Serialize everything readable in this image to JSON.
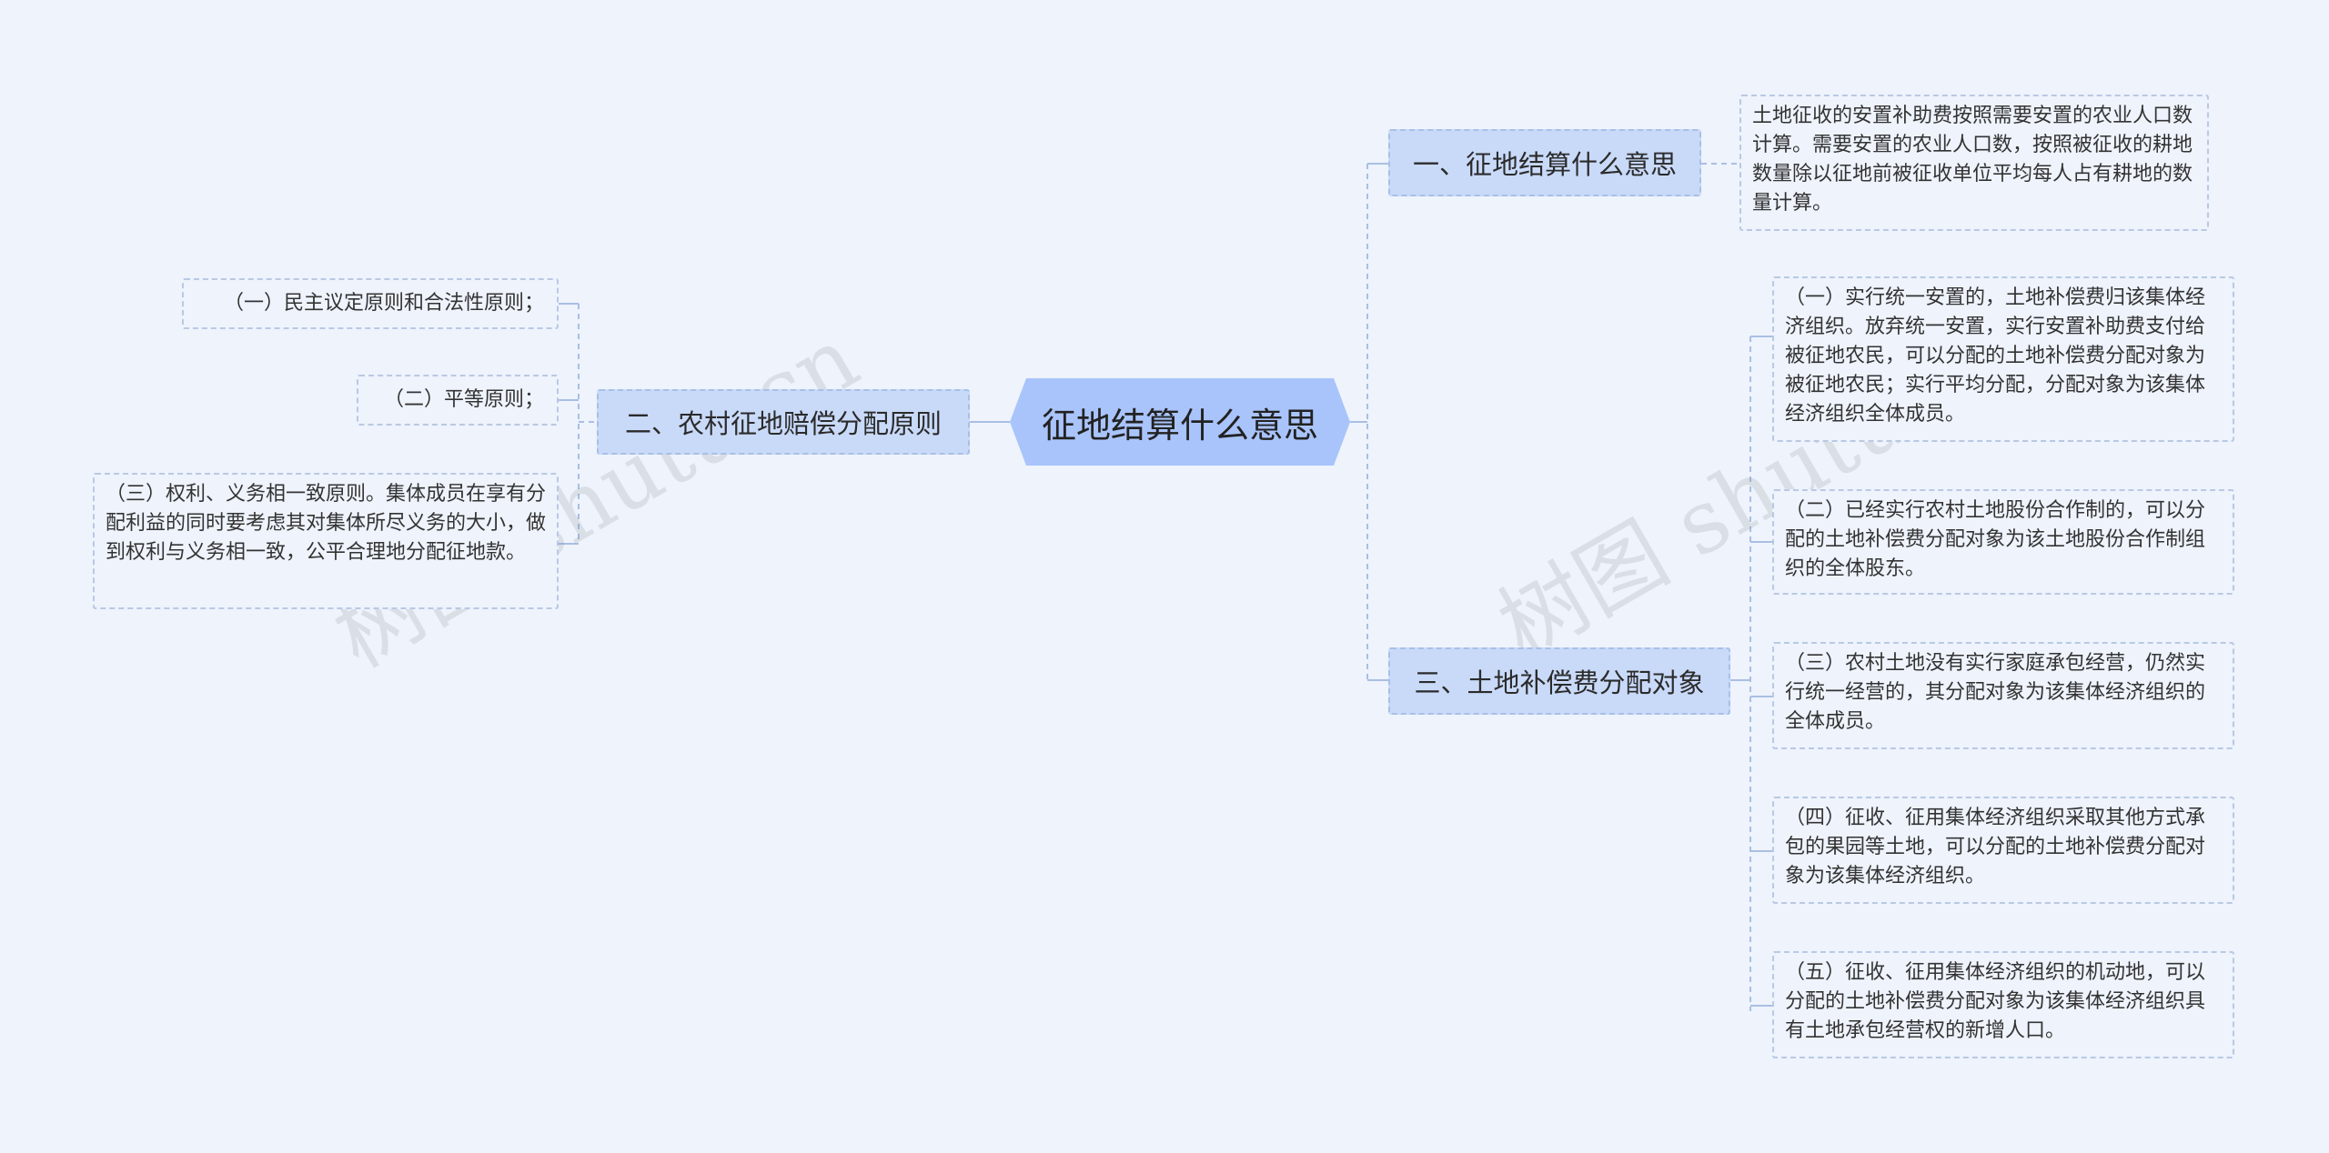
{
  "root": {
    "label": "征地结算什么意思"
  },
  "branches": {
    "b1": {
      "label": "一、征地结算什么意思",
      "leaves": [
        "土地征收的安置补助费按照需要安置的农业人口数计算。需要安置的农业人口数，按照被征收的耕地数量除以征地前被征收单位平均每人占有耕地的数量计算。"
      ]
    },
    "b2": {
      "label": "二、农村征地赔偿分配原则",
      "leaves": [
        "（一）民主议定原则和合法性原则；",
        "（二）平等原则；",
        "（三）权利、义务相一致原则。集体成员在享有分配利益的同时要考虑其对集体所尽义务的大小，做到权利与义务相一致，公平合理地分配征地款。"
      ]
    },
    "b3": {
      "label": "三、土地补偿费分配对象",
      "leaves": [
        "（一）实行统一安置的，土地补偿费归该集体经济组织。放弃统一安置，实行安置补助费支付给被征地农民，可以分配的土地补偿费分配对象为被征地农民；实行平均分配，分配对象为该集体经济组织全体成员。",
        "（二）已经实行农村土地股份合作制的，可以分配的土地补偿费分配对象为该土地股份合作制组织的全体股东。",
        "（三）农村土地没有实行家庭承包经营，仍然实行统一经营的，其分配对象为该集体经济组织的全体成员。",
        "（四）征收、征用集体经济组织采取其他方式承包的果园等土地，可以分配的土地补偿费分配对象为该集体经济组织。",
        "（五）征收、征用集体经济组织的机动地，可以分配的土地补偿费分配对象为该集体经济组织具有土地承包经营权的新增人口。"
      ]
    }
  },
  "watermarks": [
    "树图 shutu.cn",
    "树图 shutu.cn"
  ],
  "colors": {
    "background": "#eef3fc",
    "root": "#a9c4fb",
    "branch": "#c9daf9",
    "line": "#a9bfe3"
  }
}
